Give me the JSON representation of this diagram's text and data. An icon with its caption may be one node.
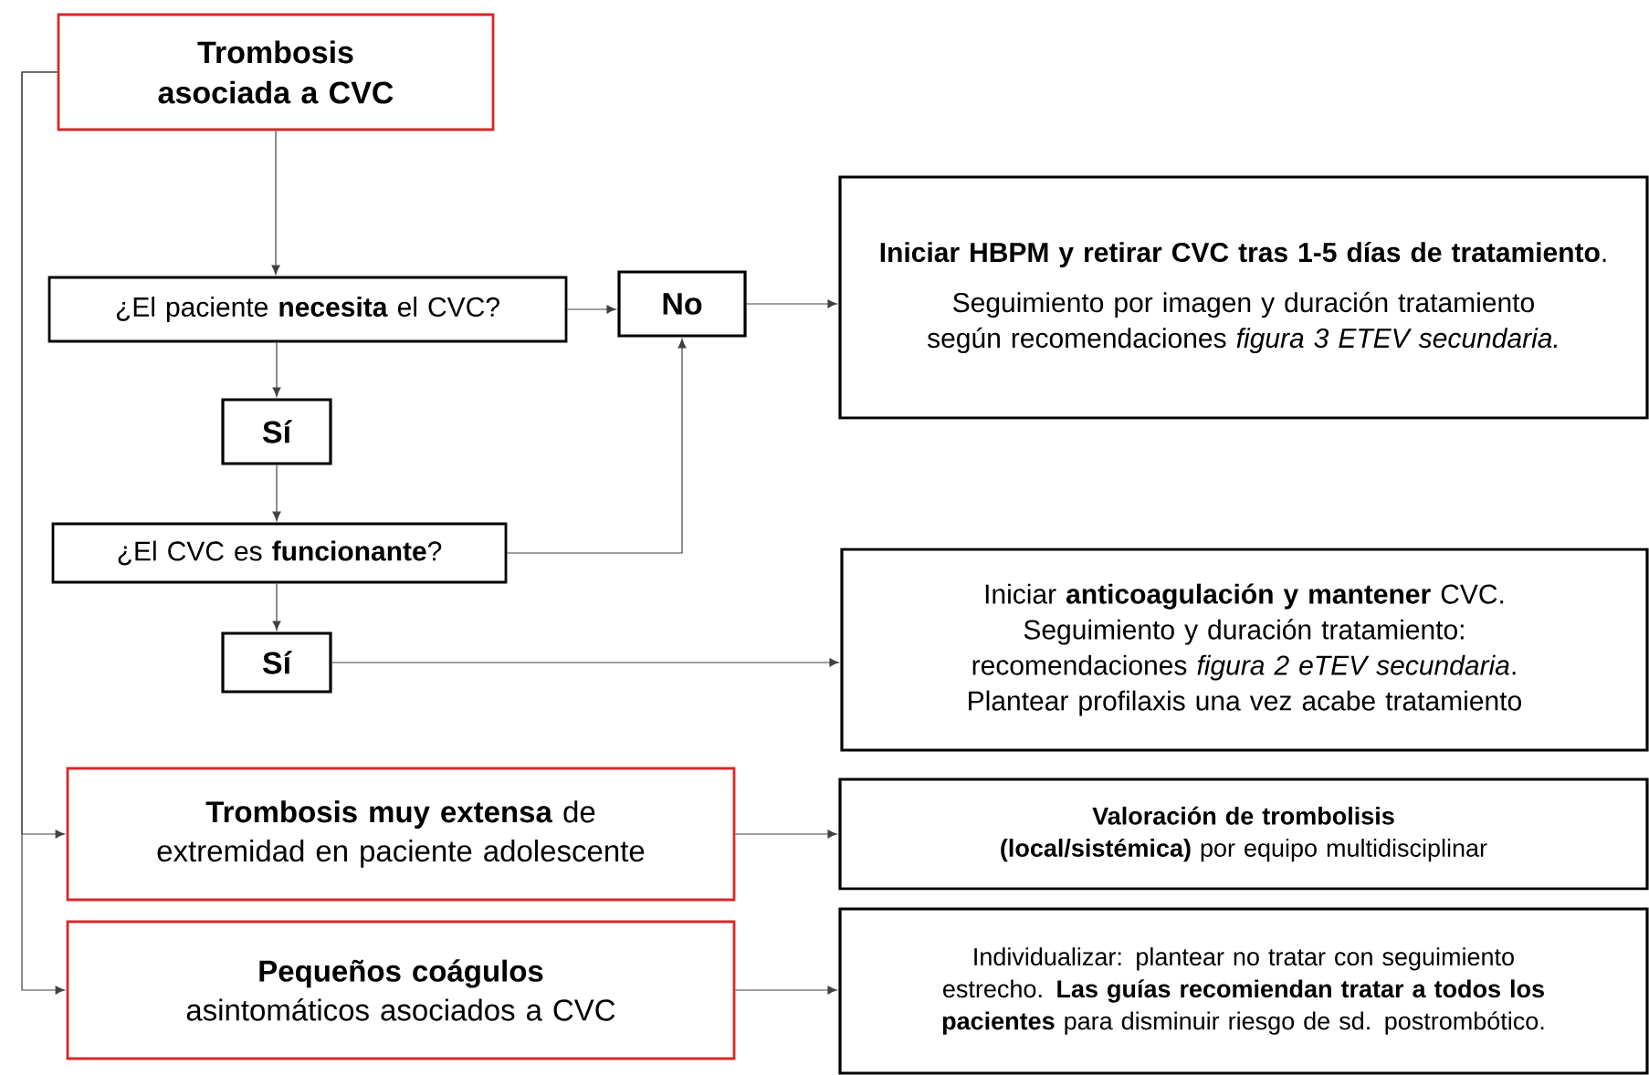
{
  "diagram": {
    "nodes": [
      {
        "text": [
          "Trombosis asociada a CVC"
        ]
      },
      {
        "text": [
          "¿El paciente **necesita** el CVC?"
        ]
      },
      {
        "text": [
          "No"
        ]
      },
      {
        "text": [
          "**Iniciar HBPM y retirar CVC tras 1-5 días de tratamiento**.",
          "Seguimiento por imagen y duración tratamiento según recomendaciones *figura 3 ETEV secundaria.*"
        ]
      },
      {
        "text": [
          "Sí"
        ]
      },
      {
        "text": [
          "¿El CVC es **funcionante**?"
        ]
      },
      {
        "text": [
          "Sí"
        ]
      },
      {
        "text": [
          "Iniciar **anticoagulación y mantener** CVC.",
          "Seguimiento y duración tratamiento: recomendaciones *figura 2 eTEV secundaria*.",
          "Plantear profilaxis una vez acabe tratamiento"
        ]
      },
      {
        "text": [
          "**Trombosis muy extensa** de extremidad en paciente adolescente"
        ]
      },
      {
        "text": [
          "**Valoración de trombolisis (local/sistémica)** por equipo multidisciplinar"
        ]
      },
      {
        "text": [
          "**Pequeños coágulos** asintomáticos asociados a CVC"
        ]
      },
      {
        "text": [
          "Individualizar: plantear no tratar con seguimiento estrecho. **Las guías recomiendan tratar a todos los pacientes** para disminuir riesgo de sd. postrombótico."
        ]
      }
    ],
    "edges": [
      {
        "from": 0,
        "to": 1,
        "arrow": "to"
      },
      {
        "from": 1,
        "to": 2,
        "arrow": "to"
      },
      {
        "from": 2,
        "to": 3,
        "arrow": "to"
      },
      {
        "from": 1,
        "to": 4,
        "arrow": "to"
      },
      {
        "from": 4,
        "to": 5,
        "arrow": "to"
      },
      {
        "from": 5,
        "to": 2,
        "arrow": "to"
      },
      {
        "from": 5,
        "to": 6,
        "arrow": "to"
      },
      {
        "from": 6,
        "to": 7,
        "arrow": "to"
      },
      {
        "from": 0,
        "to": 8,
        "arrow": "to"
      },
      {
        "from": 0,
        "to": 10,
        "arrow": "to"
      },
      {
        "from": 8,
        "to": 9,
        "arrow": "to"
      },
      {
        "from": 10,
        "to": 11,
        "arrow": "to"
      }
    ]
  }
}
